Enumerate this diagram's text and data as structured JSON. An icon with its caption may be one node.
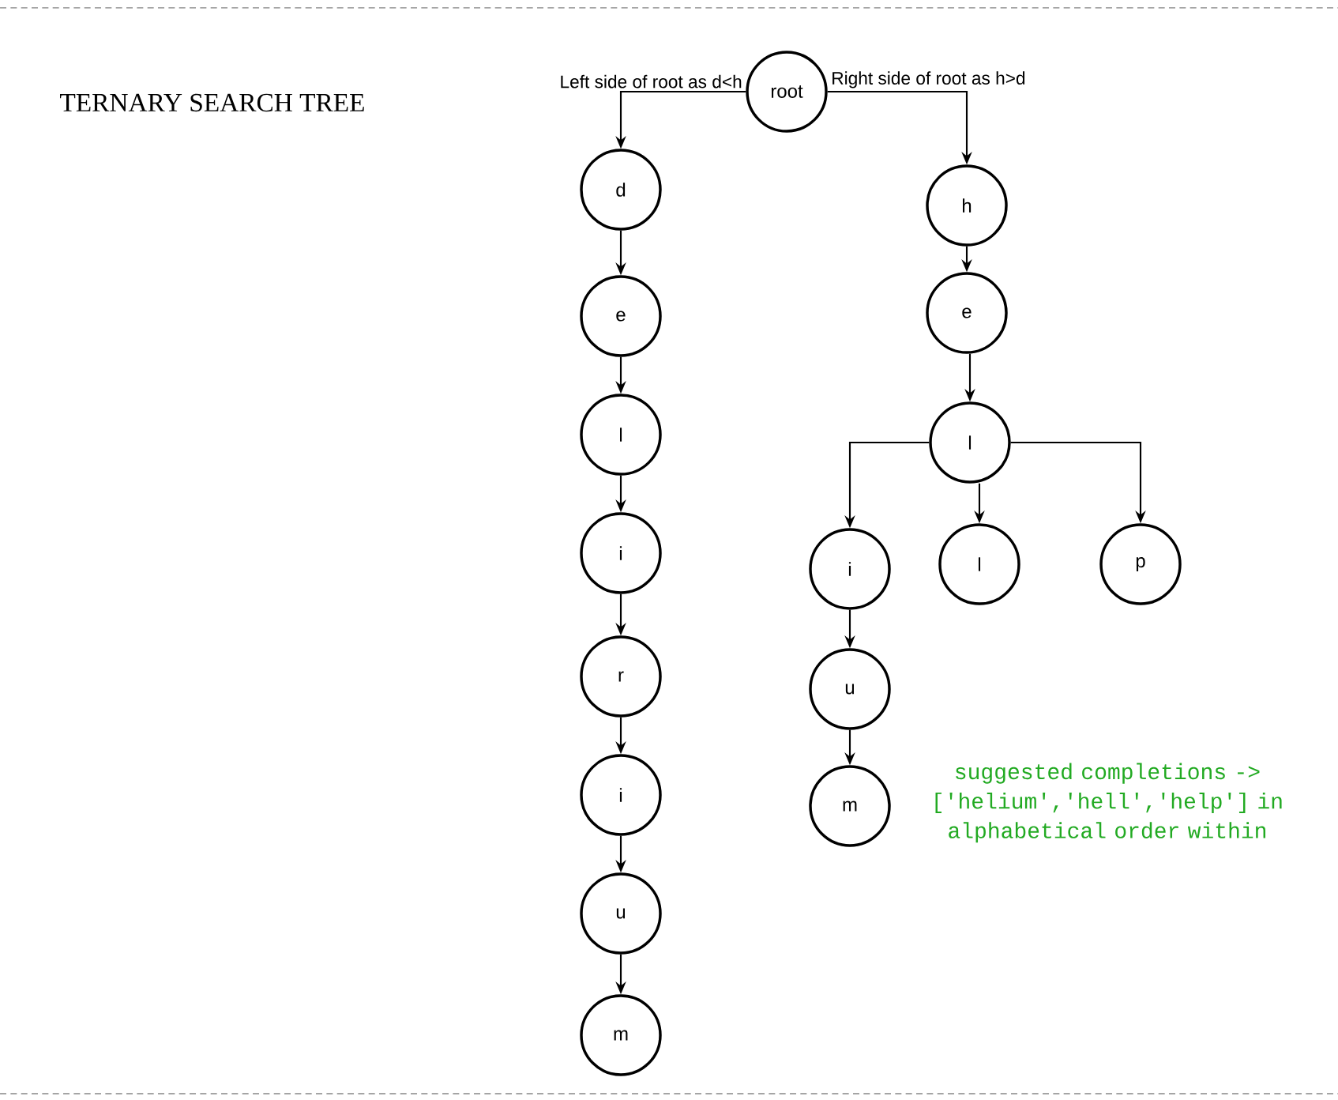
{
  "diagram": {
    "title": "TERNARY SEARCH TREE",
    "nodes": [
      {
        "text": [
          "root"
        ]
      },
      {
        "text": [
          "d"
        ]
      },
      {
        "text": [
          "e"
        ]
      },
      {
        "text": [
          "l"
        ]
      },
      {
        "text": [
          "i"
        ]
      },
      {
        "text": [
          "r"
        ]
      },
      {
        "text": [
          "i"
        ]
      },
      {
        "text": [
          "u"
        ]
      },
      {
        "text": [
          "m"
        ]
      },
      {
        "text": [
          "h"
        ]
      },
      {
        "text": [
          "e"
        ]
      },
      {
        "text": [
          "l"
        ]
      },
      {
        "text": [
          "i"
        ]
      },
      {
        "text": [
          "l"
        ]
      },
      {
        "text": [
          "p"
        ]
      },
      {
        "text": [
          "u"
        ]
      },
      {
        "text": [
          "m"
        ]
      }
    ],
    "edges": [
      {
        "from": 0,
        "to": 1,
        "arrow": "to",
        "label": "Left side of root as d<h"
      },
      {
        "from": 0,
        "to": 9,
        "arrow": "to",
        "label": "Right side of root as h>d"
      },
      {
        "from": 1,
        "to": 2,
        "arrow": "to"
      },
      {
        "from": 2,
        "to": 3,
        "arrow": "to"
      },
      {
        "from": 3,
        "to": 4,
        "arrow": "to"
      },
      {
        "from": 4,
        "to": 5,
        "arrow": "to"
      },
      {
        "from": 5,
        "to": 6,
        "arrow": "to"
      },
      {
        "from": 6,
        "to": 7,
        "arrow": "to"
      },
      {
        "from": 7,
        "to": 8,
        "arrow": "to"
      },
      {
        "from": 9,
        "to": 10,
        "arrow": "to"
      },
      {
        "from": 10,
        "to": 11,
        "arrow": "to"
      },
      {
        "from": 11,
        "to": 12,
        "arrow": "to"
      },
      {
        "from": 11,
        "to": 13,
        "arrow": "to"
      },
      {
        "from": 11,
        "to": 14,
        "arrow": "to"
      },
      {
        "from": 12,
        "to": 15,
        "arrow": "to"
      },
      {
        "from": 15,
        "to": 16,
        "arrow": "to"
      }
    ],
    "labels": [
      "suggested completions -> ['helium','hell','help'] in alphabetical order within"
    ]
  }
}
